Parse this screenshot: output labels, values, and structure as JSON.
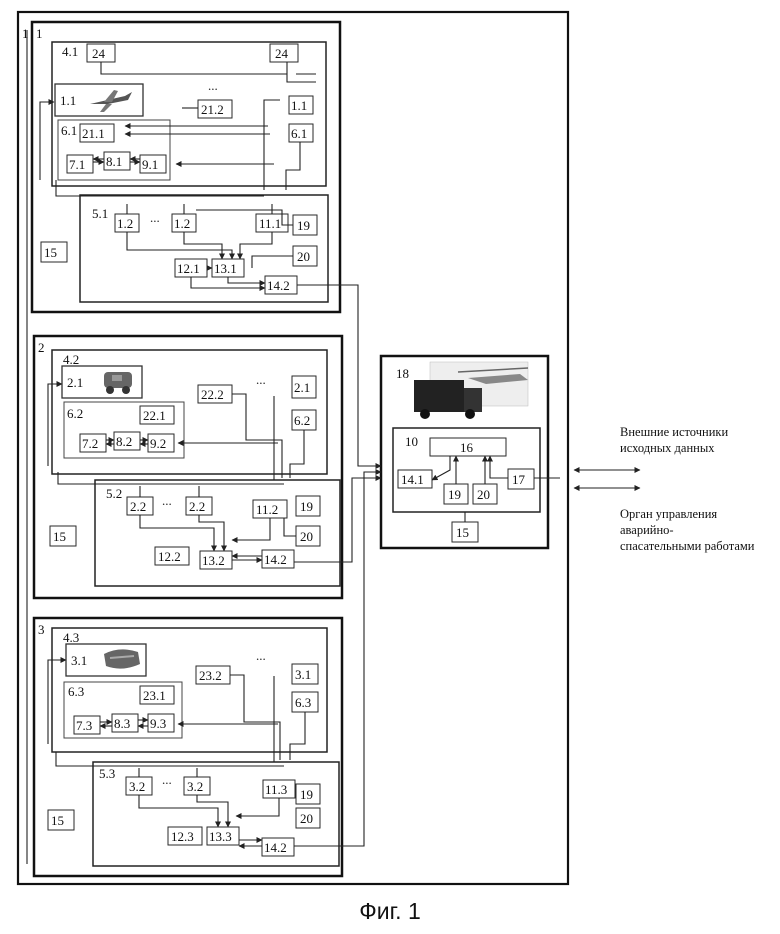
{
  "figure_caption": "Фиг. 1",
  "outer_label": "1",
  "panels": [
    {
      "id": "1",
      "sub": "4.1",
      "vehicle": "1.1",
      "c24a": "24",
      "c24b": "24",
      "ant": "21.2",
      "out_a": "1.1",
      "out_b": "6.1",
      "grp": "6.1",
      "inner": "21.1",
      "a": "7.1",
      "b": "8.1",
      "c": "9.1",
      "bus": "5.1",
      "left": "1.2",
      "mid": "1.2",
      "right": "11.1",
      "n19": "19",
      "n20": "20",
      "q": "12.1",
      "s": "13.1",
      "r": "14.2",
      "side": "15"
    },
    {
      "id": "2",
      "sub": "4.2",
      "vehicle": "2.1",
      "ant": "22.2",
      "out_a": "2.1",
      "out_b": "6.2",
      "grp": "6.2",
      "inner": "22.1",
      "a": "7.2",
      "b": "8.2",
      "c": "9.2",
      "bus": "5.2",
      "left": "2.2",
      "mid": "2.2",
      "right": "11.2",
      "n19": "19",
      "n20": "20",
      "q": "12.2",
      "s": "13.2",
      "r": "14.2",
      "side": "15"
    },
    {
      "id": "3",
      "sub": "4.3",
      "vehicle": "3.1",
      "ant": "23.2",
      "out_a": "3.1",
      "out_b": "6.3",
      "grp": "6.3",
      "inner": "23.1",
      "a": "7.3",
      "b": "8.3",
      "c": "9.3",
      "bus": "5.3",
      "left": "3.2",
      "mid": "3.2",
      "right": "11.3",
      "n19": "19",
      "n20": "20",
      "q": "12.3",
      "s": "13.3",
      "r": "14.2",
      "side": "15"
    }
  ],
  "control": {
    "head": "18",
    "unit": "10",
    "core": "16",
    "in_a": "14.1",
    "in_b": "19",
    "in_c": "20",
    "in_d": "17",
    "foot": "15"
  },
  "external": {
    "sources": [
      "Внешние источники",
      "исходных данных"
    ],
    "authority": [
      "Орган управления",
      "аварийно-",
      "спасательными работами"
    ]
  },
  "ellipsis": "..."
}
